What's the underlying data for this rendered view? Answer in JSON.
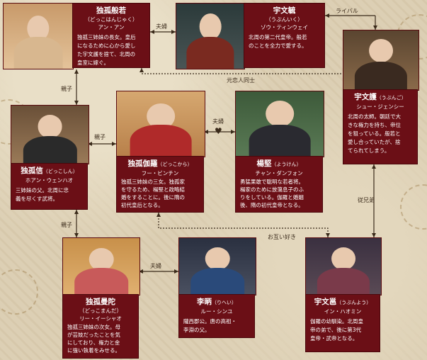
{
  "colors": {
    "card": "#6b0f16",
    "line": "#3a2a1a"
  },
  "relations": {
    "spouse1": "夫婦",
    "spouse2": "夫婦",
    "spouse3": "夫婦",
    "rival": "ライバル",
    "former_lovers": "元恋人同士",
    "parent1": "親子",
    "parent2": "親子",
    "parent3": "親子",
    "cousins": "従兄弟",
    "mutual": "お互い好き"
  },
  "people": {
    "banruo": {
      "name": "独孤般若",
      "reading": "（どっこはんじゃく）",
      "actor": "アン・アン",
      "desc": [
        "独孤三姉妹の長女。皇后",
        "になるために心から愛し",
        "た宇文護を捨て、北周の",
        "皇室に嫁ぐ。"
      ]
    },
    "yuwenyu": {
      "name": "宇文毓",
      "reading": "（うぶんいく）",
      "actor": "ゾウ・ティンウェイ",
      "desc": [
        "北周の第二代皇帝。般若",
        "のことを全力で愛する。"
      ]
    },
    "yuwenhu": {
      "name": "宇文護",
      "reading": "（うぶんご）",
      "actor": "シュー・ジェンシー",
      "desc": [
        "北周の太師。朝廷で大",
        "きな権力を持ち、帝位",
        "を狙っている。般若と",
        "愛し合っていたが、捨",
        "てられてしまう。"
      ]
    },
    "dugujialuo": {
      "name": "独孤伽羅",
      "reading": "（どっこから）",
      "actor": "フー・ビンチン",
      "desc": [
        "独孤三姉妹の三女。独孤家",
        "を守るため、楊堅と政略結",
        "婚をすることに。後に隋の",
        "初代皇后となる。"
      ]
    },
    "yangjian": {
      "name": "楊堅",
      "reading": "（ようけん）",
      "actor": "チャン・ダンフォン",
      "desc": [
        "勇猛果敢で聡明な若者将。",
        "楊家のために放蕩息子のふ",
        "りをしている。伽羅と婚姻",
        "後、隋の初代皇帝となる。"
      ]
    },
    "duguxin": {
      "name": "独孤信",
      "reading": "（どっこしん）",
      "actor": "ホアン・ウェンハオ",
      "desc": [
        "三姉妹の父。北周に忠",
        "義を尽くす武将。"
      ]
    },
    "manduo": {
      "name": "独孤曼陀",
      "reading": "（どっこまんだ）",
      "actor": "リー・イーシャオ",
      "desc": [
        "独孤三姉妹の次女。母",
        "が芸妓だったことを気",
        "にしており、権力と金",
        "に強い執着をみせる。"
      ]
    },
    "libing": {
      "name": "李昞",
      "reading": "（りへい）",
      "actor": "ルー・シンユ",
      "desc": [
        "隴西郡公。唐の高祖・",
        "李淵の父。"
      ]
    },
    "yuwenyong": {
      "name": "宇文邕",
      "reading": "（うぶんよう）",
      "actor": "イン・ハオミン",
      "desc": [
        "伽羅の幼馴染。北周皇",
        "帝の弟で、後に第3代",
        "皇帝・武帝となる。"
      ]
    }
  }
}
